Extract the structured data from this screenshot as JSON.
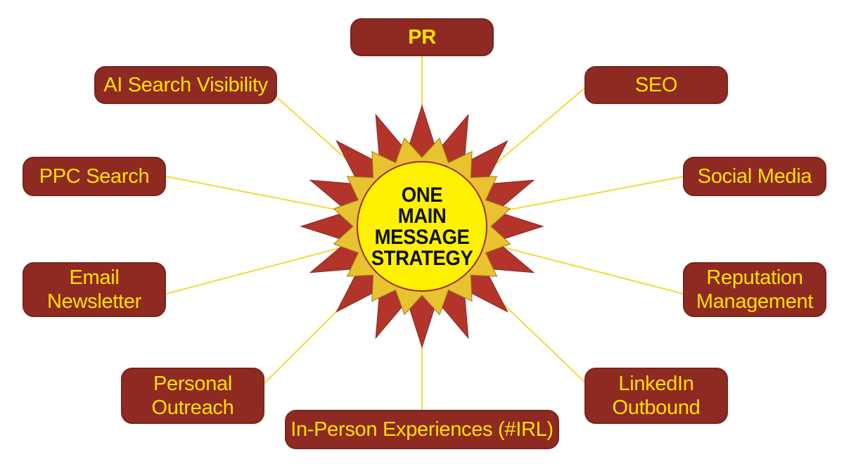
{
  "center": {
    "label": "ONE\nMAIN\nMESSAGE\nSTRATEGY"
  },
  "nodes": [
    {
      "id": "pr",
      "label": "PR"
    },
    {
      "id": "seo",
      "label": "SEO"
    },
    {
      "id": "social-media",
      "label": "Social Media"
    },
    {
      "id": "reputation-management",
      "label": "Reputation\nManagement"
    },
    {
      "id": "linkedin-outbound",
      "label": "LinkedIn\nOutbound"
    },
    {
      "id": "in-person-experiences",
      "label": "In-Person Experiences (#IRL)"
    },
    {
      "id": "personal-outreach",
      "label": "Personal\nOutreach"
    },
    {
      "id": "email-newsletter",
      "label": "Email\nNewsletter"
    },
    {
      "id": "ppc-search",
      "label": "PPC Search"
    },
    {
      "id": "ai-search-visibility",
      "label": "AI Search Visibility"
    }
  ],
  "colors": {
    "box_fill": "#8e2a22",
    "box_text": "#ffe100",
    "connector": "#f2d93a",
    "sun_core": "#fff200",
    "sun_rays_outer": "#b3342a",
    "sun_rays_inner": "#e9c230"
  }
}
